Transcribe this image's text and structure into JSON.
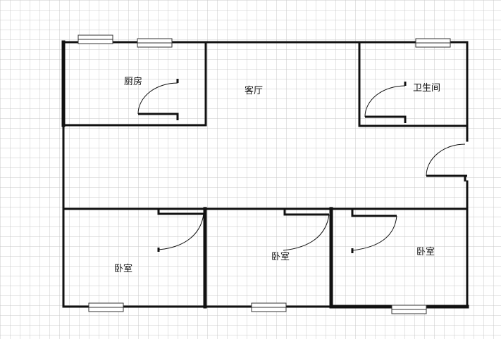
{
  "rooms": {
    "kitchen": "厨房",
    "living_room": "客厅",
    "bathroom": "卫生间",
    "bedroom_left": "卧室",
    "bedroom_middle": "卧室",
    "bedroom_right": "卧室"
  },
  "colors": {
    "grid_line": "#c9c9c9",
    "wall": "#111111",
    "background": "#ffffff"
  }
}
